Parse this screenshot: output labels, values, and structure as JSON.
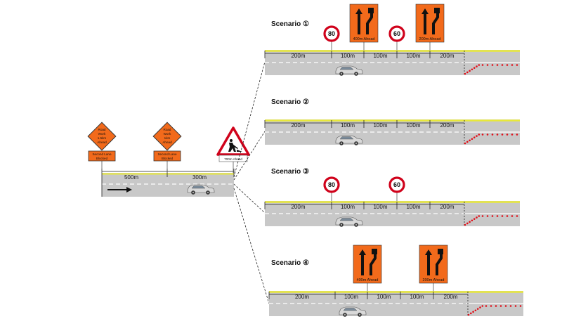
{
  "approach": {
    "signs": [
      {
        "lines": [
          "Road",
          "Work",
          "1.5km",
          "Ahead"
        ],
        "plate": [
          "Second Lane",
          "Blocked"
        ]
      },
      {
        "lines": [
          "Road",
          "Work",
          "1km",
          "Ahead"
        ],
        "plate": [
          "Second Lane",
          "Blocked"
        ]
      }
    ],
    "warning_plate": "700m Ahead",
    "distances": [
      "500m",
      "300m"
    ]
  },
  "scenarios": [
    {
      "label": "Scenario ①",
      "distances": [
        "200m",
        "100m",
        "100m",
        "100m",
        "200m"
      ],
      "speed_signs": [
        "80",
        "60"
      ],
      "lane_signs": [
        "400m Ahead",
        "200m Ahead"
      ]
    },
    {
      "label": "Scenario ②",
      "distances": [
        "200m",
        "100m",
        "100m",
        "100m",
        "200m"
      ],
      "speed_signs": [],
      "lane_signs": []
    },
    {
      "label": "Scenario ③",
      "distances": [
        "200m",
        "100m",
        "100m",
        "100m",
        "200m"
      ],
      "speed_signs": [
        "80",
        "60"
      ],
      "lane_signs": []
    },
    {
      "label": "Scenario ④",
      "distances": [
        "200m",
        "100m",
        "100m",
        "100m",
        "200m"
      ],
      "speed_signs": [],
      "lane_signs": [
        "400m Ahead",
        "200m Ahead"
      ]
    }
  ],
  "colors": {
    "road": "#c8c8c8",
    "edge_line": "#e8e83a",
    "sign_orange": "#f26a1b",
    "speed_ring": "#d0021b",
    "cone_red": "#e0101a"
  }
}
